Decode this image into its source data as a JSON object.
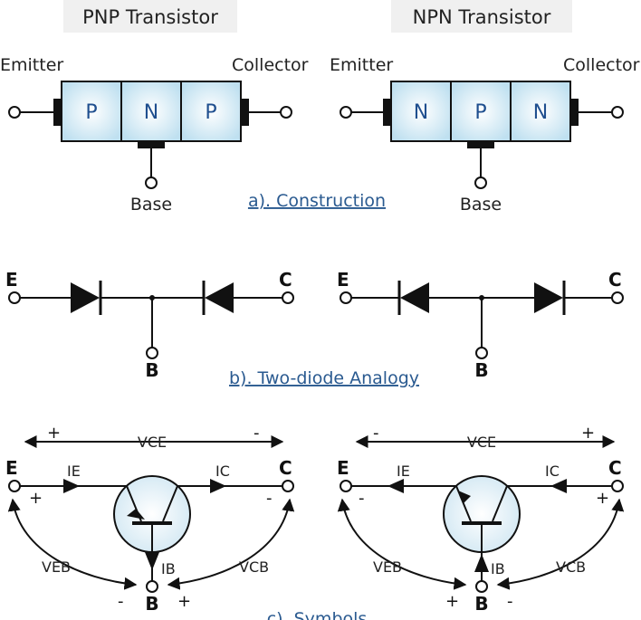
{
  "titles": {
    "pnp": "PNP Transistor",
    "npn": "NPN Transistor"
  },
  "construction": {
    "pnp": {
      "emitter": "Emitter",
      "collector": "Collector",
      "base": "Base",
      "regions": [
        "P",
        "N",
        "P"
      ]
    },
    "npn": {
      "emitter": "Emitter",
      "collector": "Collector",
      "base": "Base",
      "regions": [
        "N",
        "P",
        "N"
      ]
    },
    "caption": "a). Construction"
  },
  "two_diode": {
    "pnp": {
      "e": "E",
      "c": "C",
      "b": "B"
    },
    "npn": {
      "e": "E",
      "c": "C",
      "b": "B"
    },
    "caption": "b). Two-diode Analogy"
  },
  "symbols": {
    "pnp": {
      "e": "E",
      "c": "C",
      "b": "B",
      "ie": "IE",
      "ic": "IC",
      "ib": "IB",
      "vce": "VCE",
      "veb": "VEB",
      "vcb": "VCB",
      "vce_left": "+",
      "vce_right": "-",
      "e_sign": "+",
      "c_sign": "-",
      "b_left": "-",
      "b_right": "+"
    },
    "npn": {
      "e": "E",
      "c": "C",
      "b": "B",
      "ie": "IE",
      "ic": "IC",
      "ib": "IB",
      "vce": "VCE",
      "veb": "VEB",
      "vcb": "VCB",
      "vce_left": "-",
      "vce_right": "+",
      "e_sign": "-",
      "c_sign": "+",
      "b_left": "+",
      "b_right": "-"
    },
    "caption": "c). Symbols"
  },
  "colors": {
    "line": "#111111",
    "region_fill": "#cfe6f2",
    "circle_fill": "#d9ecf6",
    "caption": "#2a5a90"
  }
}
